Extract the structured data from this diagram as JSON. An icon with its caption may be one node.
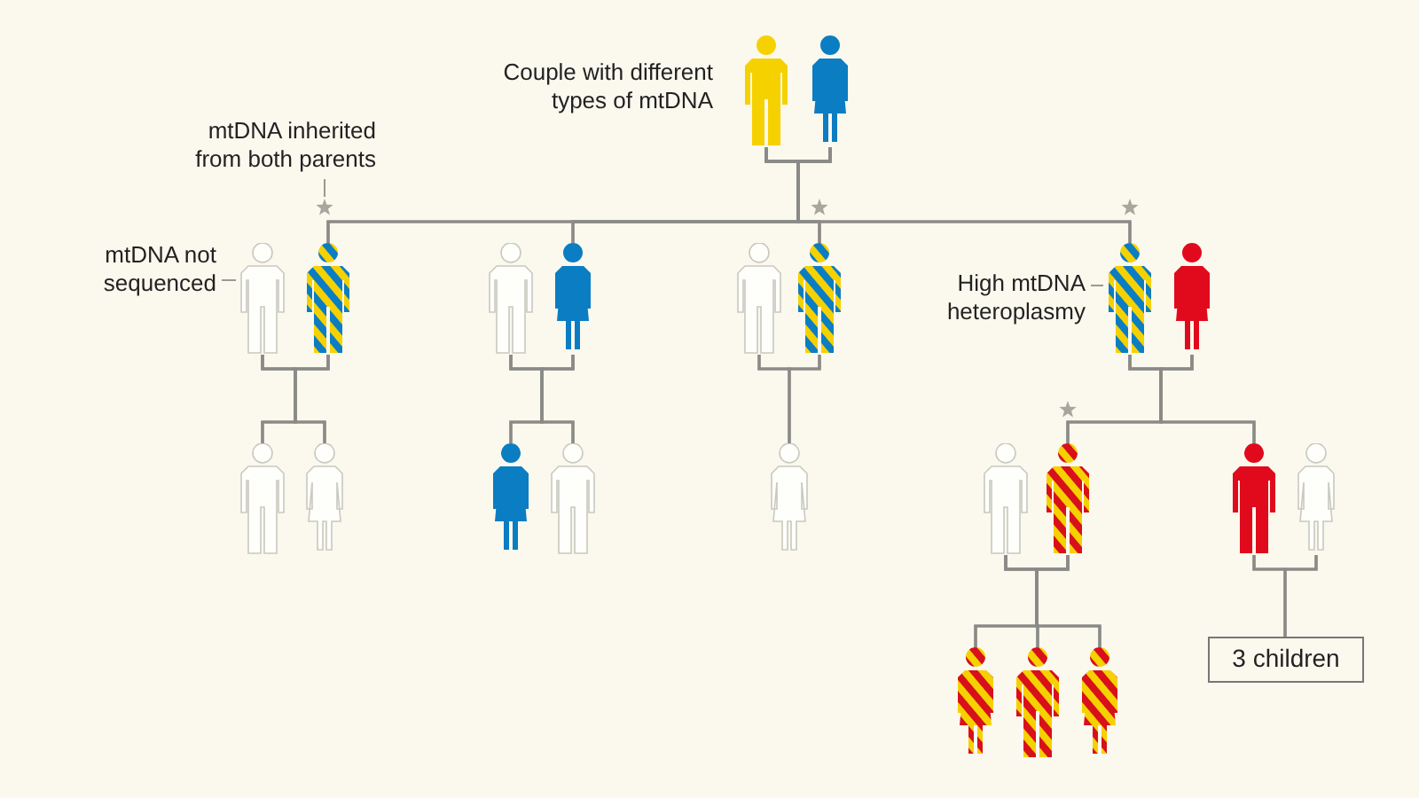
{
  "diagram": {
    "nodes": [
      {
        "text": [],
        "shape": "person"
      },
      {
        "text": [],
        "shape": "person"
      },
      {
        "text": [
          "mtDNA inherited from both parents"
        ]
      },
      {
        "text": [],
        "shape": "star"
      },
      {
        "text": [],
        "shape": "star"
      },
      {
        "text": [],
        "shape": "star"
      },
      {
        "text": [
          "mtDNA not sequenced"
        ]
      },
      {
        "text": [],
        "shape": "person"
      },
      {
        "text": [],
        "shape": "person"
      },
      {
        "text": [],
        "shape": "person"
      },
      {
        "text": [],
        "shape": "person"
      },
      {
        "text": [],
        "shape": "person"
      },
      {
        "text": [],
        "shape": "person"
      },
      {
        "text": [
          "High mtDNA heteroplasmy"
        ]
      },
      {
        "text": [],
        "shape": "person"
      },
      {
        "text": [],
        "shape": "person"
      },
      {
        "text": [],
        "shape": "person"
      },
      {
        "text": [],
        "shape": "person"
      },
      {
        "text": [],
        "shape": "person"
      },
      {
        "text": [],
        "shape": "person"
      },
      {
        "text": [],
        "shape": "person"
      },
      {
        "text": [],
        "shape": "star"
      },
      {
        "text": [],
        "shape": "person"
      },
      {
        "text": [],
        "shape": "person"
      },
      {
        "text": [],
        "shape": "person"
      },
      {
        "text": [],
        "shape": "person"
      },
      {
        "text": [],
        "shape": "person"
      },
      {
        "text": [],
        "shape": "person"
      },
      {
        "text": [],
        "shape": "person"
      },
      {
        "text": [
          "3 children"
        ]
      }
    ],
    "edges": [
      {
        "from": 0,
        "to": 1,
        "arrow": "none"
      },
      {
        "from": 0,
        "to": 8,
        "arrow": "none"
      },
      {
        "from": 1,
        "to": 8,
        "arrow": "none"
      },
      {
        "from": 0,
        "to": 10,
        "arrow": "none"
      },
      {
        "from": 1,
        "to": 10,
        "arrow": "none"
      },
      {
        "from": 0,
        "to": 12,
        "arrow": "none"
      },
      {
        "from": 1,
        "to": 12,
        "arrow": "none"
      },
      {
        "from": 0,
        "to": 14,
        "arrow": "none"
      },
      {
        "from": 1,
        "to": 14,
        "arrow": "none"
      },
      {
        "from": 2,
        "to": 3,
        "arrow": "none"
      },
      {
        "from": 6,
        "to": 7,
        "arrow": "none"
      },
      {
        "from": 13,
        "to": 14,
        "arrow": "none"
      },
      {
        "from": 7,
        "to": 8,
        "arrow": "none"
      },
      {
        "from": 9,
        "to": 10,
        "arrow": "none"
      },
      {
        "from": 11,
        "to": 12,
        "arrow": "none"
      },
      {
        "from": 14,
        "to": 15,
        "arrow": "none"
      },
      {
        "from": 7,
        "to": 16,
        "arrow": "none"
      },
      {
        "from": 8,
        "to": 16,
        "arrow": "none"
      },
      {
        "from": 7,
        "to": 17,
        "arrow": "none"
      },
      {
        "from": 8,
        "to": 17,
        "arrow": "none"
      },
      {
        "from": 9,
        "to": 18,
        "arrow": "none"
      },
      {
        "from": 10,
        "to": 18,
        "arrow": "none"
      },
      {
        "from": 9,
        "to": 19,
        "arrow": "none"
      },
      {
        "from": 10,
        "to": 19,
        "arrow": "none"
      },
      {
        "from": 11,
        "to": 20,
        "arrow": "none"
      },
      {
        "from": 12,
        "to": 20,
        "arrow": "none"
      },
      {
        "from": 14,
        "to": 23,
        "arrow": "none"
      },
      {
        "from": 15,
        "to": 23,
        "arrow": "none"
      },
      {
        "from": 14,
        "to": 24,
        "arrow": "none"
      },
      {
        "from": 15,
        "to": 24,
        "arrow": "none"
      },
      {
        "from": 22,
        "to": 23,
        "arrow": "none"
      },
      {
        "from": 24,
        "to": 25,
        "arrow": "none"
      },
      {
        "from": 22,
        "to": 26,
        "arrow": "none"
      },
      {
        "from": 23,
        "to": 26,
        "arrow": "none"
      },
      {
        "from": 22,
        "to": 27,
        "arrow": "none"
      },
      {
        "from": 23,
        "to": 27,
        "arrow": "none"
      },
      {
        "from": 22,
        "to": 28,
        "arrow": "none"
      },
      {
        "from": 23,
        "to": 28,
        "arrow": "none"
      },
      {
        "from": 24,
        "to": 29,
        "arrow": "none"
      },
      {
        "from": 25,
        "to": 29,
        "arrow": "none"
      }
    ],
    "labels": [
      "Couple with different types of mtDNA"
    ]
  }
}
